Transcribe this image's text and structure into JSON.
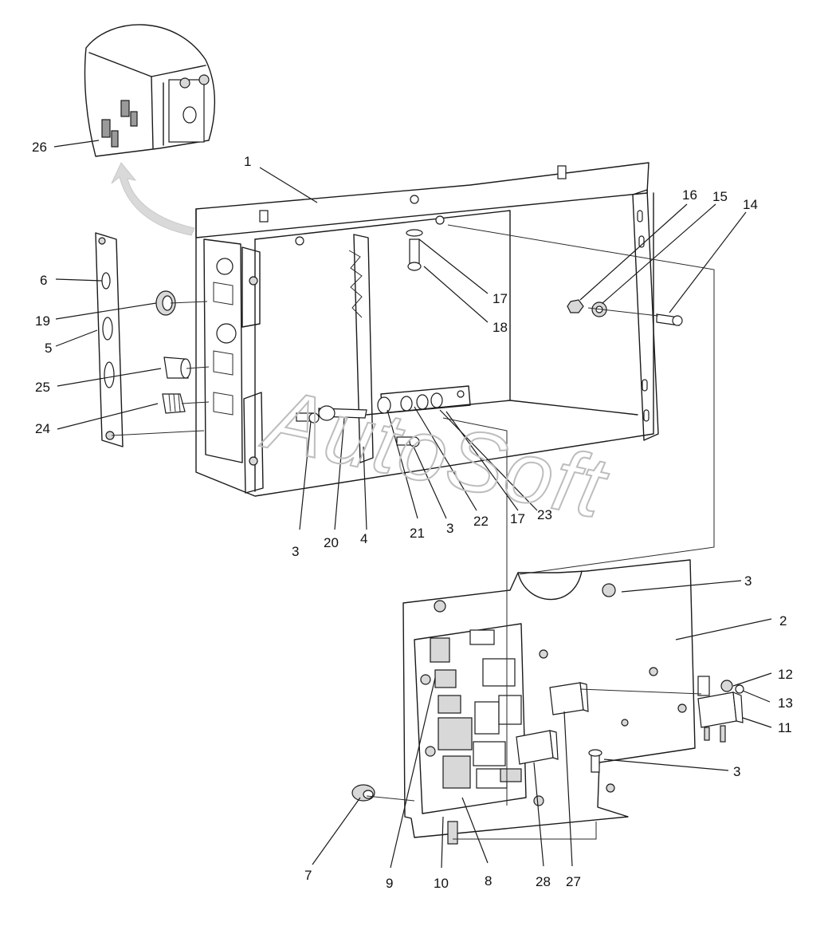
{
  "watermark": "AutoSoft",
  "callouts": {
    "c1": "1",
    "c2": "2",
    "c3a": "3",
    "c3b": "3",
    "c3c": "3",
    "c3d": "3",
    "c4": "4",
    "c5": "5",
    "c6": "6",
    "c7": "7",
    "c8": "8",
    "c9": "9",
    "c10": "10",
    "c11": "11",
    "c12": "12",
    "c13": "13",
    "c14": "14",
    "c15": "15",
    "c16": "16",
    "c17a": "17",
    "c17b": "17",
    "c18": "18",
    "c19": "19",
    "c20": "20",
    "c21": "21",
    "c22": "22",
    "c23": "23",
    "c24": "24",
    "c25": "25",
    "c26": "26",
    "c27": "27",
    "c28": "28"
  },
  "colors": {
    "line": "#1a1a1a",
    "watermark": "#bdbdbd",
    "arrow": "#d9d9d9",
    "background": "#ffffff"
  }
}
